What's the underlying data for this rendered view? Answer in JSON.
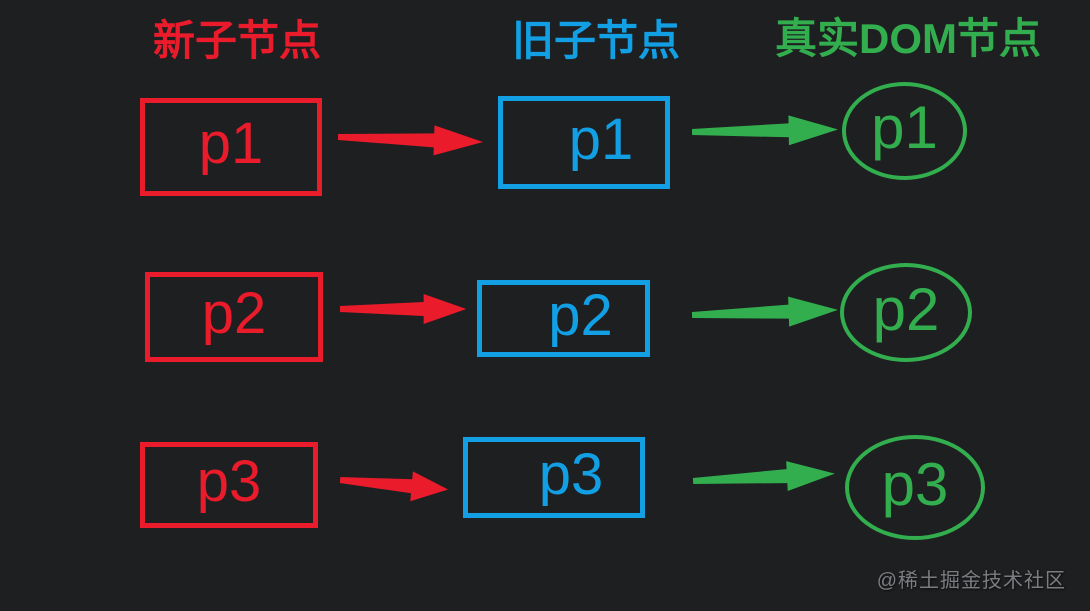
{
  "canvas": {
    "background": "#1e1f21",
    "watermark": "@稀土掘金技术社区",
    "watermark_color": "#7b7d80"
  },
  "columns": [
    {
      "id": "new",
      "title": "新子节点",
      "color": "#ea1b2b",
      "shape": "rectangle"
    },
    {
      "id": "old",
      "title": "旧子节点",
      "color": "#129fe4",
      "shape": "rectangle"
    },
    {
      "id": "real",
      "title": "真实DOM节点",
      "color": "#32ae4e",
      "shape": "ellipse"
    }
  ],
  "rows": [
    {
      "new": "p1",
      "old": "p1",
      "real": "p1"
    },
    {
      "new": "p2",
      "old": "p2",
      "real": "p2"
    },
    {
      "new": "p3",
      "old": "p3",
      "real": "p3"
    }
  ]
}
